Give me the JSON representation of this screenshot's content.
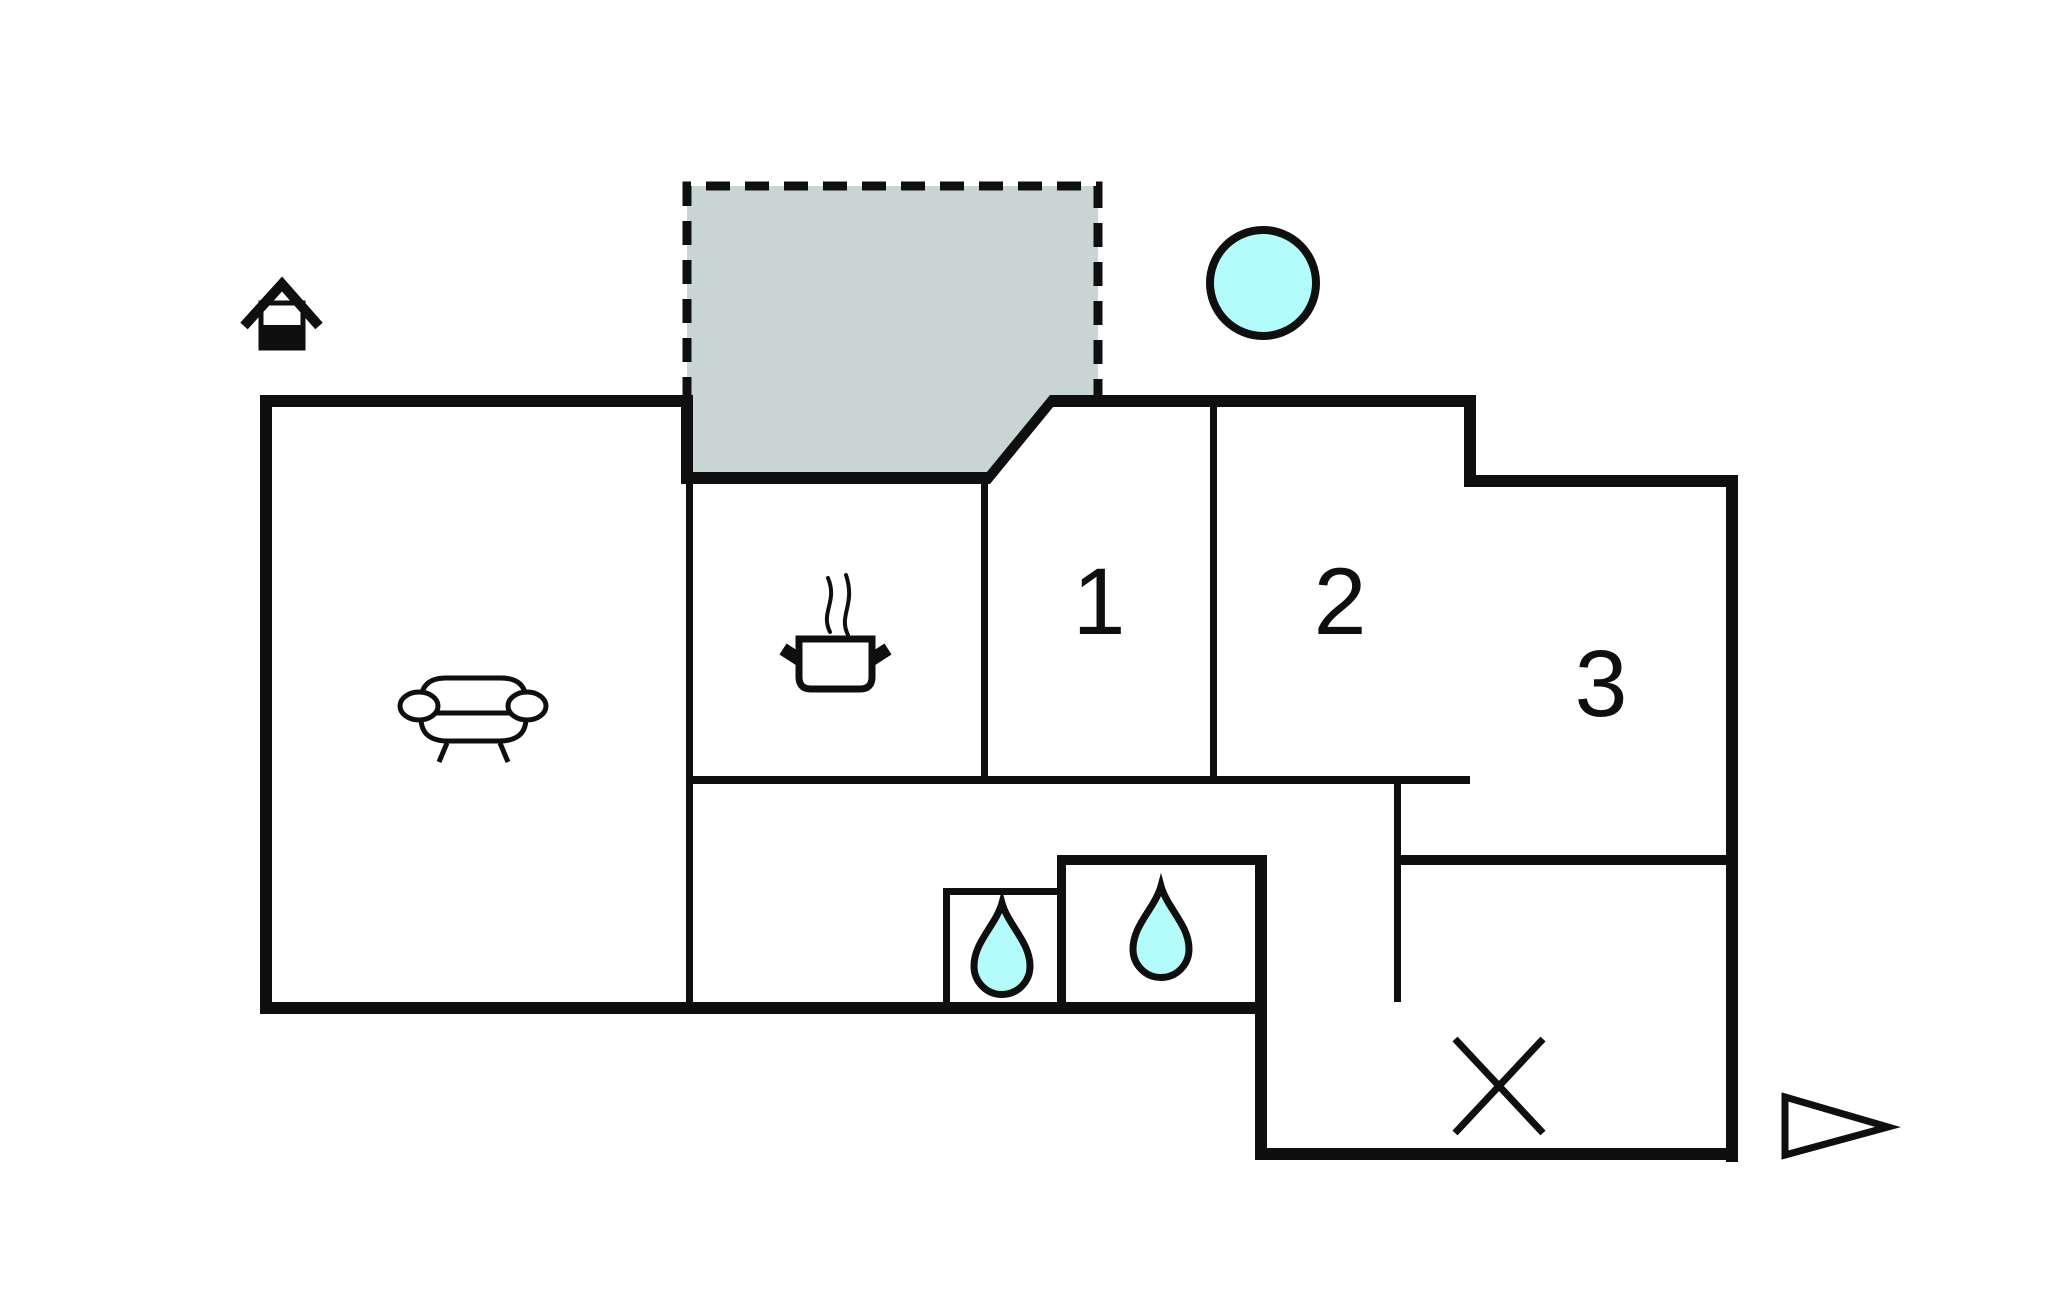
{
  "plan": {
    "type": "floor-plan",
    "rooms": [
      {
        "label": "1"
      },
      {
        "label": "2"
      },
      {
        "label": "3"
      }
    ],
    "icons": [
      "house-icon",
      "terrace-area",
      "pool-circle-icon",
      "sofa-icon",
      "cooking-pot-icon",
      "steam-icon",
      "water-drop-small-icon",
      "water-drop-large-icon",
      "x-mark-icon",
      "direction-arrow-icon"
    ]
  },
  "colors": {
    "wall": "#0f0f0f",
    "terrace_fill": "#c9d4d4",
    "water_fill": "#b4fcfc",
    "background": "#ffffff"
  }
}
